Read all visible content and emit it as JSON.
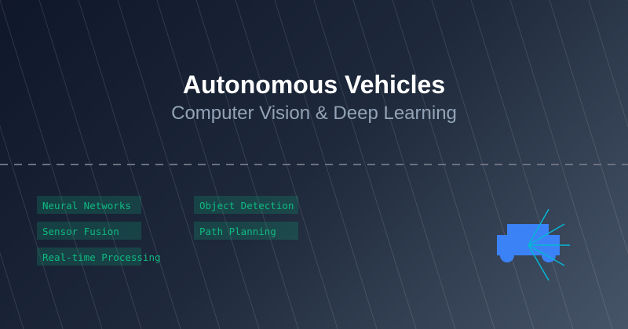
{
  "title": "Autonomous Vehicles",
  "subtitle": "Computer Vision & Deep Learning",
  "tags": [
    "Neural Networks",
    "Object Detection",
    "Sensor Fusion",
    "Path Planning",
    "Real-time Processing"
  ],
  "colors": {
    "accent": "#10b981",
    "car": "#3b82f6",
    "rays": "#06b6d4"
  }
}
